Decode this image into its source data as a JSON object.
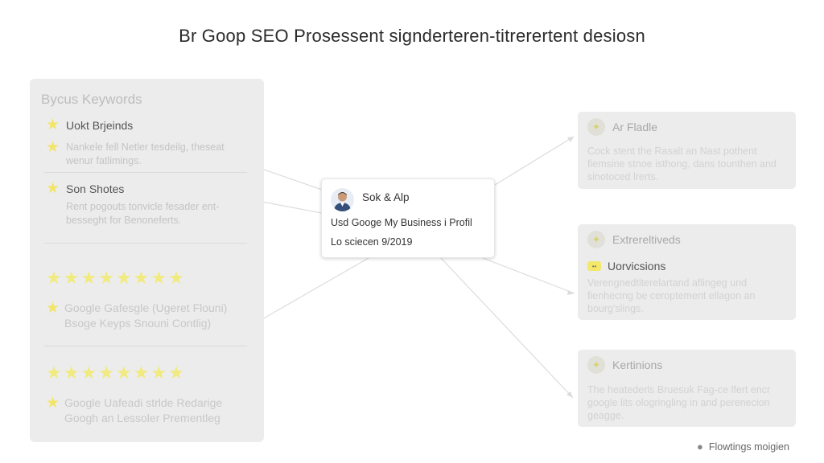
{
  "title": "Br Goop SEO Prosessent signderteren-titrerertent desiosn",
  "left_panel": {
    "heading": "Bycus Keywords",
    "items": [
      {
        "title": "Uokt Brjeinds",
        "desc": "Nankele fell Netler tesdeilg, theseat wenur fatlimings."
      },
      {
        "title": "Son Shotes",
        "desc": "Rent pogouts tonvicle fesader ent- besseght for Benoneferts."
      }
    ],
    "google_items": [
      {
        "text": "Google Gafesgle (Ugeret Flouni) Bsoge Keyps Snouni Contlig)"
      },
      {
        "text": "Google Uafeadi strlde Redarige Googh an Lessoler Prementleg"
      }
    ]
  },
  "center_card": {
    "name": "Sok & Alp",
    "line1": "Usd Googe My Business i Profil",
    "line2": "Lo sciecen 9/2019"
  },
  "right_cards": [
    {
      "title": "Ar Fladle",
      "desc": "Cock stent the Rasalt an Nast pothent fiemsine stnoe isthong, dans tounthen and sinotoced lrerts."
    },
    {
      "title": "Extrereltiveds",
      "subtitle": "Uorvicsions",
      "desc": "Verengnedtlterelartand aflingeg und fienhecing be ceroptement ellagon an bourg'slings."
    },
    {
      "title": "Kertinions",
      "desc": "The heatederls Bruesuk Fag-ce lfert encr google lits ologringling in and perenecion geagge."
    }
  ],
  "footer": {
    "text": "Flowtings moigien"
  },
  "colors": {
    "star": "#f3e46a",
    "panel": "#ececec",
    "line": "#d8d8d8"
  },
  "icons": [
    "star-icon",
    "avatar-icon",
    "bulb-icon",
    "location-pin-icon"
  ]
}
